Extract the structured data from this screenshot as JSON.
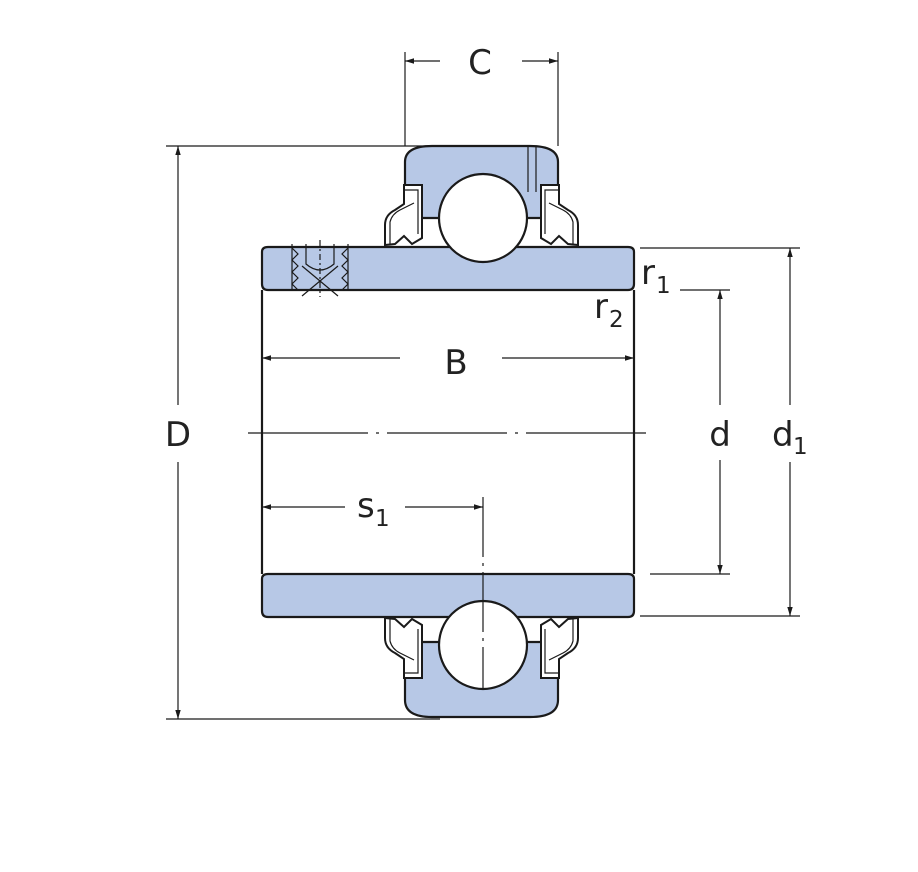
{
  "drawing": {
    "colors": {
      "part_fill": "#b7c8e6",
      "line": "#1a1a1a",
      "background": "#ffffff"
    },
    "labels": {
      "C": "C",
      "D": "D",
      "B": "B",
      "d": "d",
      "d1_main": "d",
      "d1_sub": "1",
      "r1_main": "r",
      "r1_sub": "1",
      "r2_main": "r",
      "r2_sub": "2",
      "s1_main": "s",
      "s1_sub": "1"
    }
  }
}
